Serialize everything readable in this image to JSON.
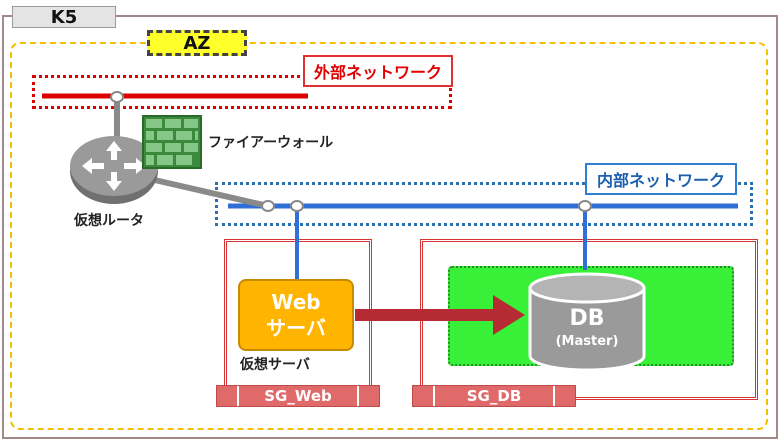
{
  "diagram": {
    "cloud_label": "K5",
    "zone_label": "AZ",
    "external_network_label": "外部ネットワーク",
    "internal_network_label": "内部ネットワーク",
    "firewall_label": "ファイアーウォール",
    "router_label": "仮想ルータ",
    "web_server": {
      "line1": "Web",
      "line2": "サーバ"
    },
    "virtual_server_label": "仮想サーバ",
    "db": {
      "title": "DB",
      "subtitle": "(Master)"
    },
    "security_groups": {
      "web": "SG_Web",
      "db": "SG_DB"
    },
    "colors": {
      "external_network": "#dd0000",
      "internal_network": "#2f6fd6",
      "zone_border": "#f2c000",
      "web_server": "#ffb400",
      "db_zone": "#39f039",
      "security_group": "#e06a6a",
      "arrow": "#b52a33"
    }
  }
}
